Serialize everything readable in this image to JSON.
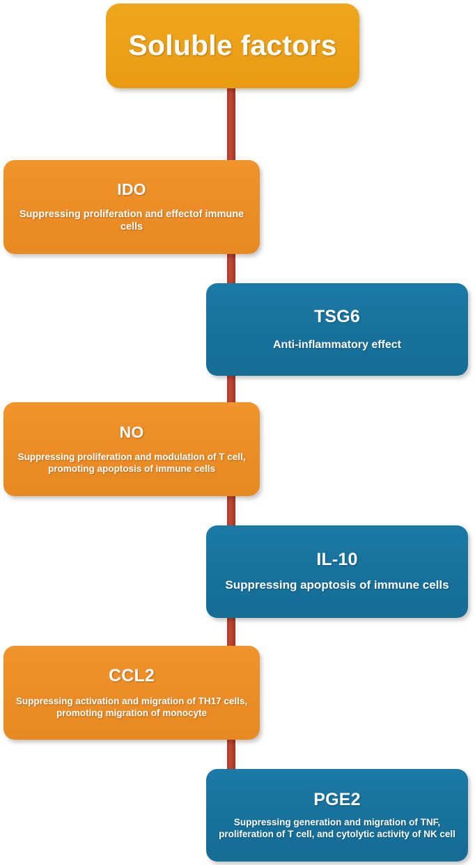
{
  "diagram": {
    "type": "flow-diagram",
    "orientation": "vertical-spine",
    "root": {
      "label": "Soluble factors",
      "color": "#eda319",
      "side": "center"
    },
    "connector": {
      "name": "vertical-spine",
      "color": "#b43a2c"
    },
    "nodes": [
      {
        "id": "ido",
        "title": "IDO",
        "description": "Suppressing proliferation and effectof immune cells",
        "color": "#ee8f28",
        "side": "left"
      },
      {
        "id": "tsg6",
        "title": "TSG6",
        "description": "Anti-inflammatory effect",
        "color": "#1a739e",
        "side": "right"
      },
      {
        "id": "no",
        "title": "NO",
        "description": "Suppressing proliferation and modulation of T cell, promoting apoptosis of immune cells",
        "color": "#ee8f28",
        "side": "left"
      },
      {
        "id": "il10",
        "title": "IL-10",
        "description": "Suppressing apoptosis of immune cells",
        "color": "#1a739e",
        "side": "right"
      },
      {
        "id": "ccl2",
        "title": "CCL2",
        "description": "Suppressing activation and migration of TH17 cells, promoting migration of monocyte",
        "color": "#ee8f28",
        "side": "left"
      },
      {
        "id": "pge2",
        "title": "PGE2",
        "description": "Suppressing generation and migration of TNF, proliferation of T cell, and cytolytic activity of NK cell",
        "color": "#1a739e",
        "side": "right"
      }
    ]
  }
}
